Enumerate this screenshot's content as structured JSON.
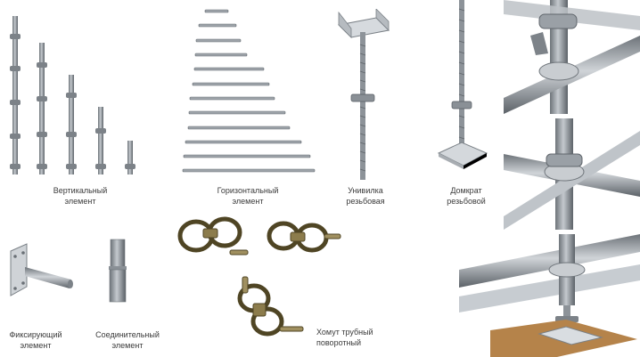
{
  "components": {
    "vertical": {
      "line1": "Вертикальный",
      "line2": "элемент"
    },
    "horizontal": {
      "line1": "Горизонтальный",
      "line2": "элемент"
    },
    "u_head": {
      "line1": "Унивилка",
      "line2": "резьбовая"
    },
    "jack": {
      "line1": "Домкрат",
      "line2": "резьбовой"
    },
    "fixing": {
      "line1": "Фиксирующий",
      "line2": "элемент"
    },
    "connecting": {
      "line1": "Соединительный",
      "line2": "элемент"
    },
    "clamp": {
      "line1": "Хомут трубный",
      "line2": "поворотный"
    }
  },
  "colors": {
    "metal": "#9aa0a6",
    "metal_dark": "#5f656b",
    "clamp": "#8a7a4e",
    "wood": "#b5834a"
  }
}
